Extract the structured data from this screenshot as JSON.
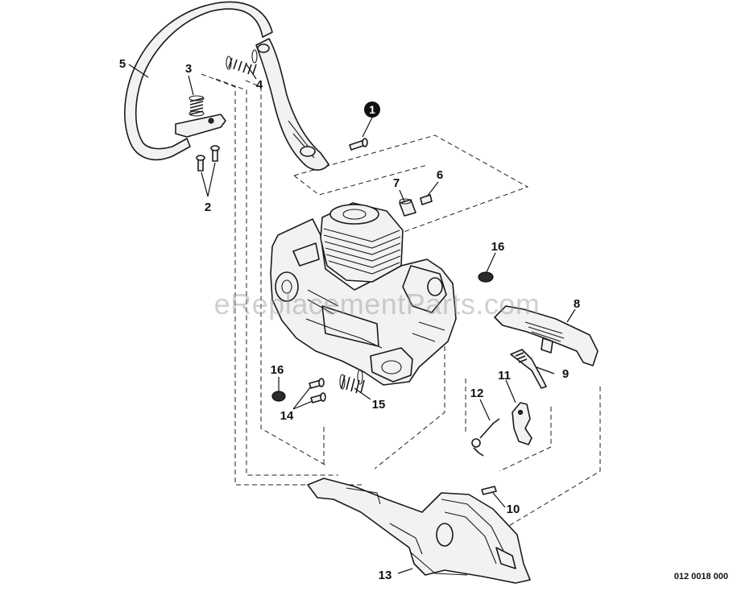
{
  "watermark": "eReplacementParts.com",
  "drawing_number": "012 0018 000",
  "callouts": {
    "c1": "1",
    "c2": "2",
    "c3": "3",
    "c4": "4",
    "c5": "5",
    "c6": "6",
    "c7": "7",
    "c8": "8",
    "c9": "9",
    "c10": "10",
    "c11": "11",
    "c12": "12",
    "c13": "13",
    "c14": "14",
    "c15": "15",
    "c16a": "16",
    "c16b": "16"
  }
}
